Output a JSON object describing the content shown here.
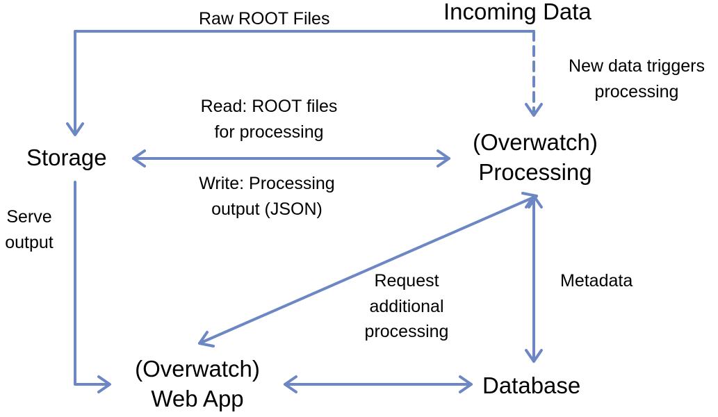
{
  "colors": {
    "arrow": "#6c87c3",
    "text": "#000000",
    "background": "#ffffff"
  },
  "nodes": {
    "incoming_data": "Incoming Data",
    "storage": "Storage",
    "processing": {
      "line1": "(Overwatch)",
      "line2": "Processing"
    },
    "web_app": {
      "line1": "(Overwatch)",
      "line2": "Web App"
    },
    "database": "Database"
  },
  "edge_labels": {
    "raw_root_files": "Raw ROOT Files",
    "new_data_triggers": {
      "line1": "New data triggers",
      "line2": "processing"
    },
    "read": {
      "line1": "Read: ROOT files",
      "line2": "for processing"
    },
    "write": {
      "line1": "Write: Processing",
      "line2": "output (JSON)"
    },
    "serve_output": {
      "line1": "Serve",
      "line2": "output"
    },
    "request_additional": {
      "line1": "Request",
      "line2": "additional",
      "line3": "processing"
    },
    "metadata": "Metadata"
  }
}
